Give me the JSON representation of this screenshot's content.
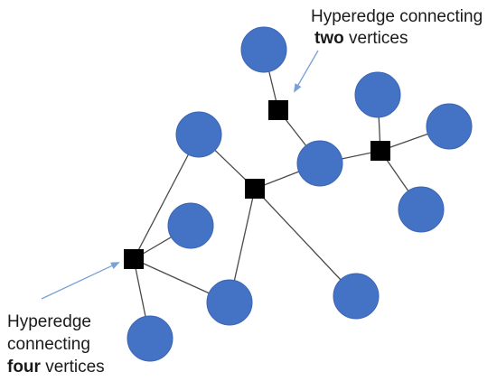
{
  "annotations": {
    "top": {
      "line1": "Hyperedge connecting",
      "line2_bold": "two",
      "line2_rest": " vertices"
    },
    "bottom": {
      "line1": "Hyperedge",
      "line2": "connecting",
      "line3_bold": "four",
      "line3_rest": " vertices"
    }
  },
  "colors": {
    "vertex": "#4472c4",
    "hyperedge": "#000000",
    "edge": "#4a4a4a",
    "arrow": "#7aa0d8"
  }
}
